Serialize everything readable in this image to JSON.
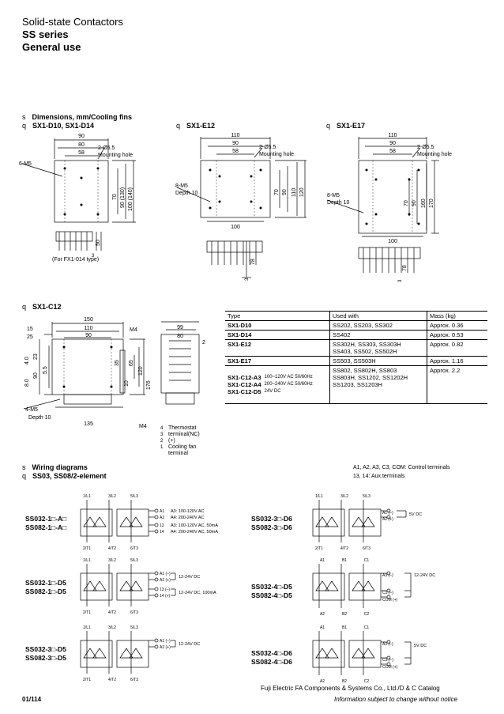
{
  "header": {
    "line1": "Solid-state Contactors",
    "line2": "SS series",
    "line3": "General use"
  },
  "dimensions": {
    "heading": "Dimensions, mm/Cooling fins",
    "bullet": "s",
    "q": "q",
    "d10": {
      "title": "SX1-D10, SX1-D14",
      "dims": [
        "90",
        "80",
        "58",
        "2-Ø5.5",
        "Mounting hole",
        "6-M5",
        "70",
        "90 (130)",
        "100 (140)",
        "50",
        "3",
        "(For FX1-014 type)"
      ]
    },
    "e12": {
      "title": "SX1-E12",
      "dims": [
        "110",
        "90",
        "58",
        "2-Ø5.5",
        "Mounting hole",
        "8-M5",
        "Depth 10",
        "70",
        "90",
        "110",
        "120",
        "100",
        "78",
        "3"
      ]
    },
    "e17": {
      "title": "SX1-E17",
      "dims": [
        "110",
        "90",
        "58",
        "2-Ø5.5",
        "Mounting hole",
        "8-M5",
        "Depth 10",
        "70",
        "90",
        "160",
        "170",
        "100",
        "78",
        "3"
      ]
    },
    "c12": {
      "title": "SX1-C12",
      "dims": [
        "150",
        "110",
        "90",
        "15",
        "25",
        "M4",
        "99",
        "80",
        "2",
        "4.0",
        "23",
        "8.0",
        "90",
        "5.5",
        "35",
        "65",
        "10",
        "120",
        "176",
        "4-M5",
        "Depth 10",
        "135",
        "M4"
      ],
      "legend": [
        {
          "nums": "4\n3",
          "text": "Thermostat terminal(NC)"
        },
        {
          "nums": "2",
          "text": "(+)"
        },
        {
          "nums": "1",
          "text": "Cooling fan terminal"
        }
      ]
    }
  },
  "table": {
    "headers": [
      "Type",
      "Used with",
      "Mass (kg)"
    ],
    "rows": [
      {
        "type": "SX1-D10",
        "used": "SS202, SS203, SS302",
        "mass": "Approx. 0.36"
      },
      {
        "type": "SX1-D14",
        "used": "SS402",
        "mass": "Approx. 0.53"
      },
      {
        "type": "SX1-E12",
        "used": "SS302H, SS303, SS303H\nSS403, SS502, SS502H",
        "mass": "Approx. 0.82"
      },
      {
        "type": "SX1-E17",
        "used": "SS503, SS503H",
        "mass": "Approx. 1.16"
      },
      {
        "type": "SX1-C12-A3\nSX1-C12-A4\nSX1-C12-D5",
        "sub": "100~120V AC 50/60Hz\n200~240V AC 50/60Hz\n24V DC",
        "used": "SS802, SS802H, SS803\nSS803H, SS1202, SS1202H\nSS1203, SS1203H",
        "mass": "Approx. 2.2"
      }
    ]
  },
  "wiring": {
    "bullet": "s",
    "q": "q",
    "heading": "Wiring diagrams",
    "sub": "SS03, SS08/2-element",
    "note1": "A1, A2, A3, C3, COM: Control terminals",
    "note2": "13, 14: Aux.terminals",
    "d1": {
      "n1": "SS032-1□-A□",
      "n2": "SS082-1□-A□",
      "top": [
        "1/L1",
        "3/L2",
        "5/L3"
      ],
      "bot": [
        "2/T1",
        "4/T2",
        "6/T3"
      ],
      "terms": [
        "A1",
        "A2",
        "13",
        "14"
      ],
      "labels": [
        "A3: 100-120V AC",
        "A4: 200-240V AC",
        "A3: 100-120V AC, 50mA",
        "A4: 200-240V AC, 50mA"
      ]
    },
    "d2": {
      "n1": "SS032-3□-D6",
      "n2": "SS082-3□-D6",
      "top": [
        "1/L1",
        "3/L2",
        "5/L3"
      ],
      "bot": [
        "2/T1",
        "4/T2",
        "6/T3"
      ],
      "terms": [
        "A1 (–)",
        "A2 (+)"
      ],
      "labels": [
        "5V DC"
      ]
    },
    "d3": {
      "n1": "SS032-1□-D5",
      "n2": "SS082-1□-D5",
      "top": [
        "1/L1",
        "3/L2",
        "5/L3"
      ],
      "bot": [
        "2/T1",
        "4/T2",
        "6/T3"
      ],
      "terms": [
        "A1 (–)",
        "A2 (+)",
        "13 (–)",
        "14 (+)"
      ],
      "labels": [
        "12-24V DC",
        "12-24V DC, 100mA"
      ]
    },
    "d4": {
      "n1": "SS032-4□-D5",
      "n2": "SS082-4□-D5",
      "top": [
        "A1",
        "B1",
        "C1"
      ],
      "bot": [
        "A2",
        "B2",
        "C2"
      ],
      "terms": [
        "A3 (–)",
        "C3 (–)",
        "COM (+)"
      ],
      "labels": [
        "12-24V DC"
      ]
    },
    "d5": {
      "n1": "SS032-3□-D5",
      "n2": "SS082-3□-D5",
      "top": [
        "1/L1",
        "3/L2",
        "5/L3"
      ],
      "bot": [
        "2/T1",
        "4/T2",
        "6/T3"
      ],
      "terms": [
        "A1 (–)",
        "A2 (+)"
      ],
      "labels": [
        "12-24V DC"
      ]
    },
    "d6": {
      "n1": "SS032-4□-D6",
      "n2": "SS082-4□-D6",
      "top": [
        "A1",
        "B1",
        "C1"
      ],
      "bot": [
        "A2",
        "B2",
        "C2"
      ],
      "terms": [
        "A3 (–)",
        "C3 (–)",
        "COM (+)"
      ],
      "labels": [
        "5V DC"
      ]
    }
  },
  "footer": {
    "company": "Fuji Electric FA Components & Systems Co., Ltd./D & C Catalog",
    "page": "01/114",
    "notice": "Information subject to change without notice"
  }
}
